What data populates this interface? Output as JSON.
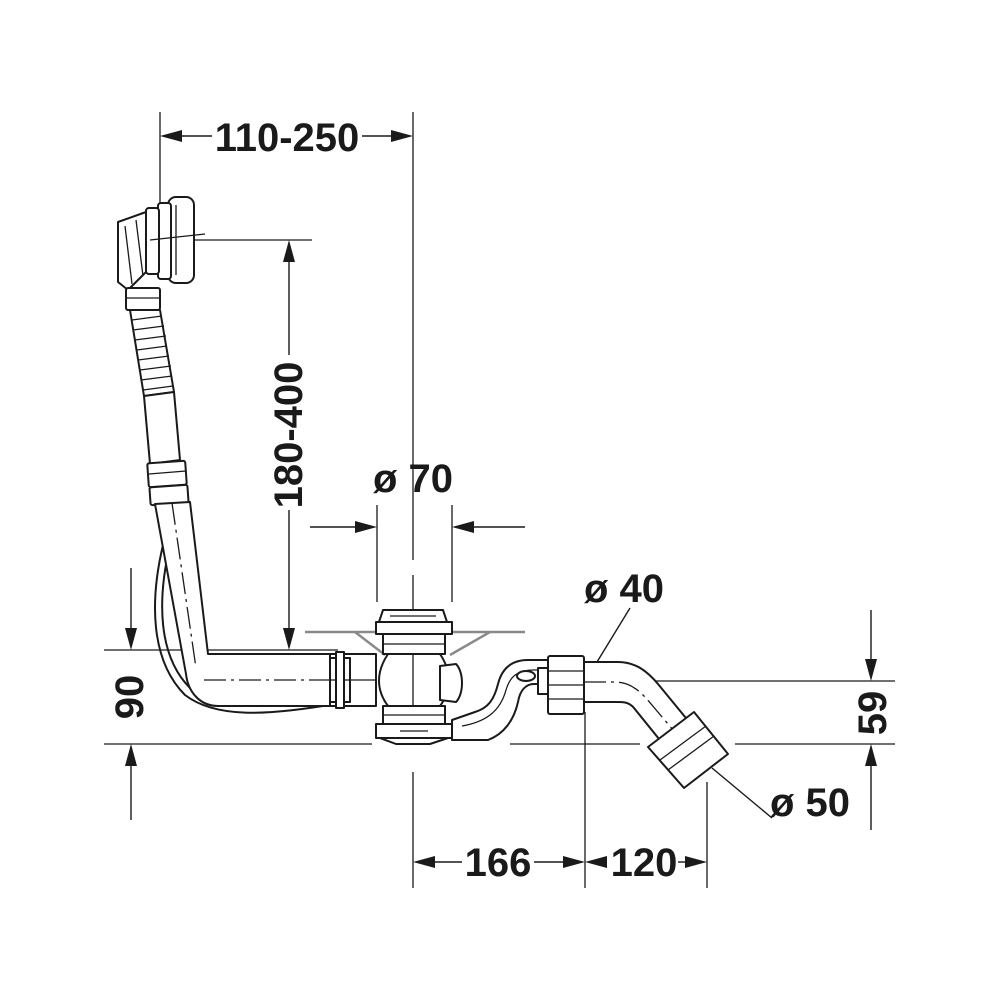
{
  "diagram": {
    "dimensions": {
      "horizontal_range": "110-250",
      "vertical_range": "180-400",
      "drain_diameter": "ø 70",
      "outlet_diameter": "ø 40",
      "waste_diameter": "ø 50",
      "height_left": "90",
      "height_right": "59",
      "distance_center": "166",
      "distance_outlet": "120"
    }
  }
}
